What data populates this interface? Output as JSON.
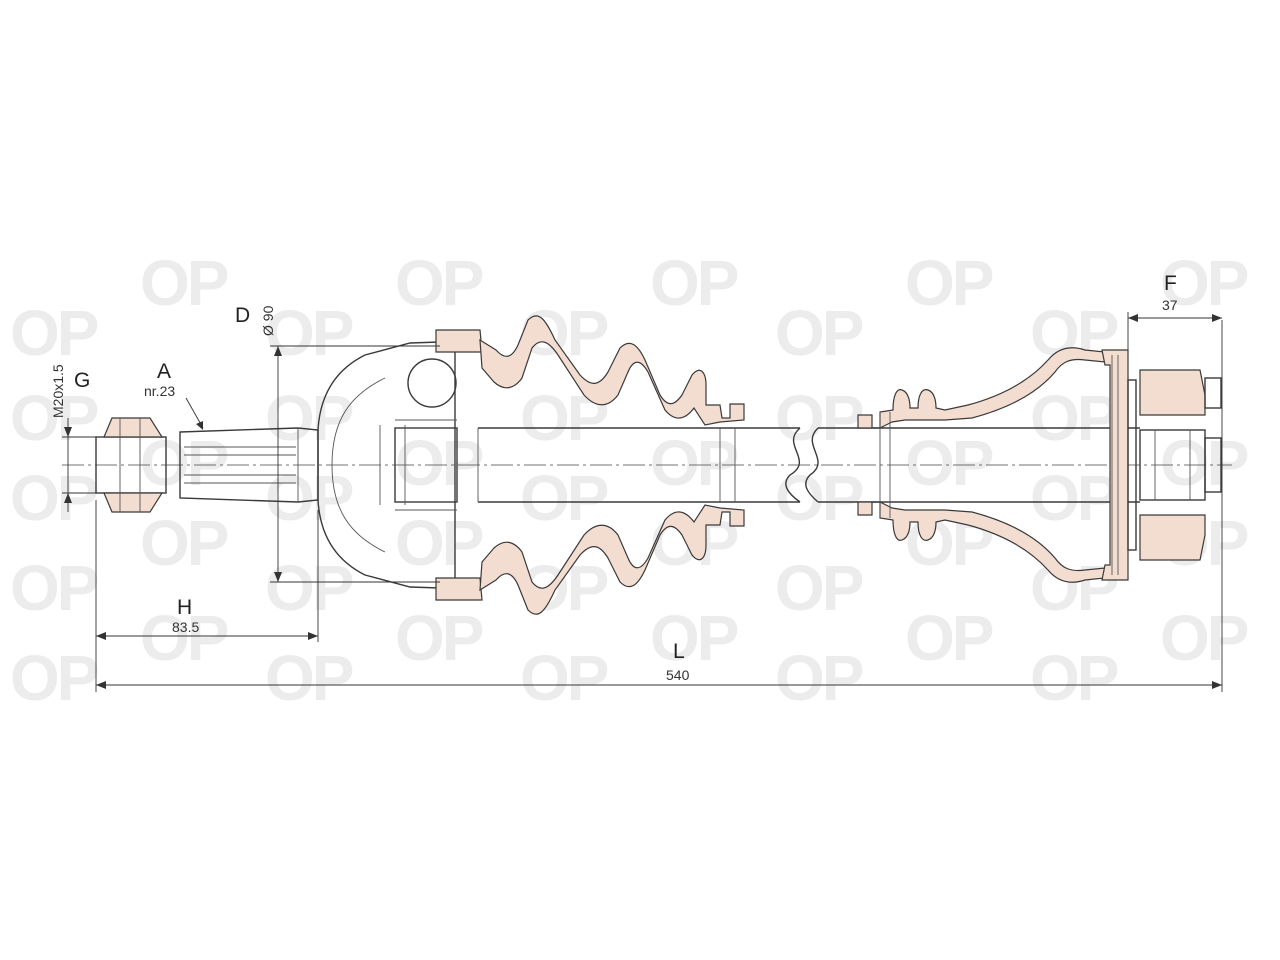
{
  "watermark": {
    "text": "OP"
  },
  "labels": {
    "G": "G",
    "thread": "M20x1.5",
    "A": "A",
    "A_value": "nr.23",
    "D": "D",
    "D_value": "Ø 90",
    "H": "H",
    "H_value": "83.5",
    "L": "L",
    "L_value": "540",
    "F": "F",
    "F_value": "37"
  },
  "colors": {
    "section_fill": "#f3dcd0",
    "line": "#3a3a3a",
    "watermark": "#ececec"
  }
}
